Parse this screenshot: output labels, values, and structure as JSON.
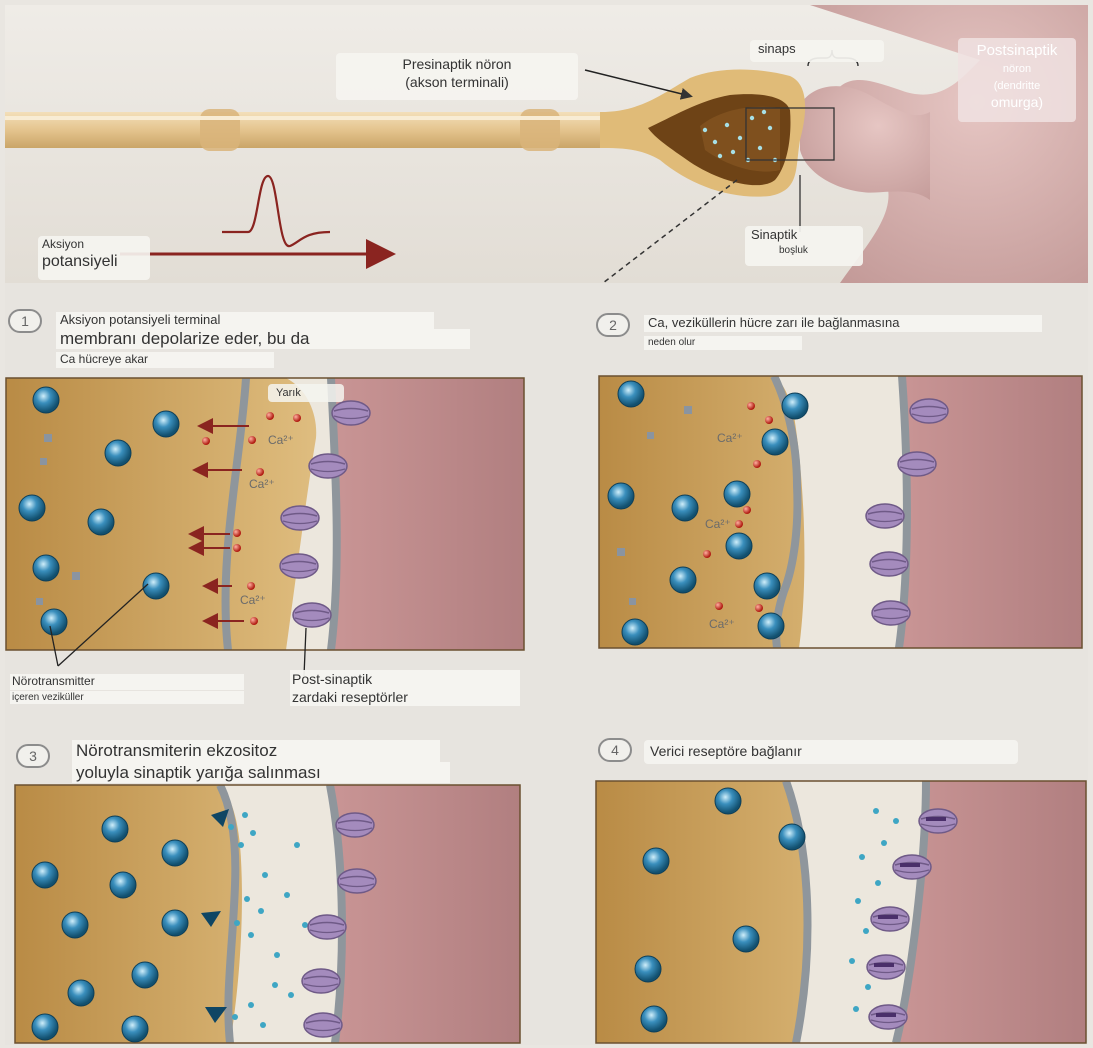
{
  "top": {
    "presynaptic": {
      "line1": "Presinaptik nöron",
      "line2": "(akson terminali)"
    },
    "synapse": "sinaps",
    "postsynaptic": {
      "line1": "Postsinaptik",
      "line2": "nöron",
      "line3": "(dendritte",
      "line4": "omurga)"
    },
    "cleft": {
      "line1": "Sinaptik",
      "line2": "boşluk"
    },
    "action_potential": {
      "line1": "Aksiyon",
      "line2": "potansiyeli"
    }
  },
  "steps": [
    {
      "number": "1",
      "line1": "Aksiyon potansiyeli terminal",
      "line2": "membranı depolarize eder, bu da",
      "line3": "Ca hücreye akar"
    },
    {
      "number": "2",
      "line1": "Ca, veziküllerin hücre zarı ile bağlanmasına",
      "line2": "neden olur"
    },
    {
      "number": "3",
      "line1": "Nörotransmiterin ekzositoz",
      "line2": "yoluyla sinaptik yarığa salınması"
    },
    {
      "number": "4",
      "line1": "Verici reseptöre bağlanır"
    }
  ],
  "panel1": {
    "cleft_label": "Yarık",
    "ca_label": "Ca2+",
    "vesicles": {
      "line1": "Nörotransmitter",
      "line2": "içeren veziküller"
    },
    "receptors": {
      "line1": "Post-sinaptik",
      "line2": "zardaki reseptörler"
    }
  },
  "panel2": {
    "ca_label": "Ca2+"
  },
  "colors": {
    "axoplasm": "#c69a55",
    "membrane": "#8f969c",
    "postsynaptic": "#c69696",
    "vesicle": "#2f7ea8",
    "receptor": "#9c86b4",
    "calcium": "#c0281e",
    "arrow": "#8a2420"
  }
}
